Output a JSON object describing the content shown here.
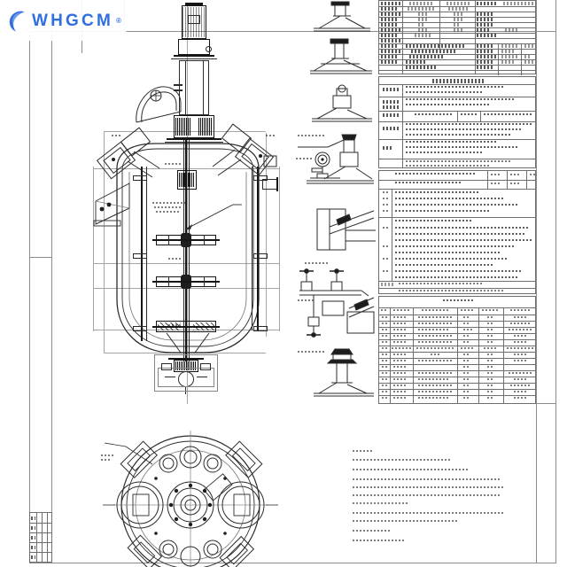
{
  "document": {
    "type": "engineering-drawing",
    "subject": "chemical reactor vessel assembly drawing",
    "sheet_background": "#ffffff",
    "line_color": "#2b2b2b",
    "frame_color": "#8d8d8d"
  },
  "watermark": {
    "brand": "WHGCM",
    "trademark_symbol": "®",
    "brand_color": "#2f6fe0",
    "icon": "crescent-swoosh-icon"
  },
  "views": {
    "elevation": {
      "label": "main-elevation-view",
      "components": [
        "drive-motor",
        "gear-reducer",
        "mechanical-seal",
        "agitator-shaft",
        "upper-impeller",
        "middle-impeller",
        "lower-impeller",
        "vessel-shell",
        "jacket",
        "baffle",
        "top-head",
        "bottom-dished-head",
        "bottom-discharge-valve",
        "support-lug",
        "angled-nozzle-left",
        "angled-nozzle-right"
      ]
    },
    "plan": {
      "label": "top-plan-view",
      "components": [
        "head-outline",
        "bolt-circle",
        "manway-left",
        "manway-right",
        "center-agitator-flange",
        "nozzle-pads"
      ]
    },
    "details": {
      "label": "nozzle-detail-views",
      "items": [
        "detail-nozzle-a",
        "detail-nozzle-b",
        "detail-nozzle-c",
        "detail-gauge-assembly",
        "detail-nozzle-e",
        "detail-sight-glass-valves",
        "detail-nozzle-g",
        "detail-relief-nozzle"
      ]
    }
  },
  "tables": {
    "spec_primary": {
      "name": "design-specification-table",
      "rows": 14,
      "columns": 5
    },
    "spec_secondary": {
      "name": "material-and-test-table",
      "rows": 9,
      "columns": 4
    },
    "notes_technical": {
      "name": "technical-requirements-notes",
      "items": 11
    },
    "nozzle_schedule": {
      "name": "nozzle-schedule-table",
      "rows": 15,
      "columns": 6
    },
    "revision_block": {
      "name": "revision-signature-block",
      "rows": 5,
      "columns": 5
    }
  },
  "notes_block": {
    "name": "general-notes",
    "items": 6
  }
}
